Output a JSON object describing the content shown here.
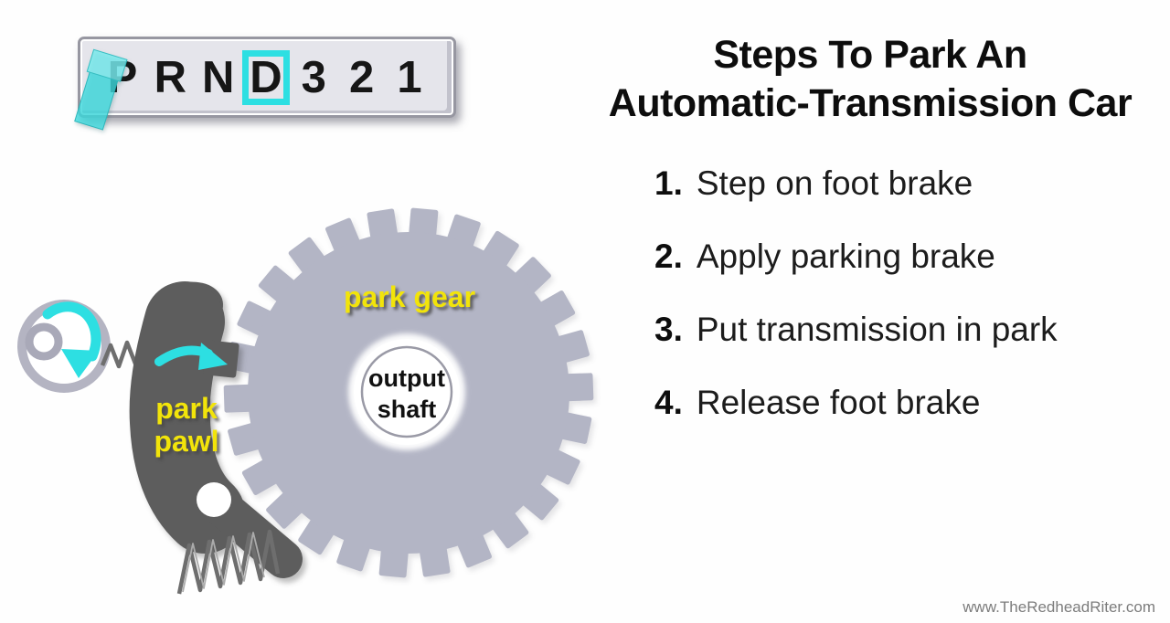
{
  "gear_selector": {
    "positions": [
      "P",
      "R",
      "N",
      "D",
      "3",
      "2",
      "1"
    ],
    "selected": "D"
  },
  "title": {
    "line1": "Steps To Park An",
    "line2": "Automatic-Transmission Car"
  },
  "steps": [
    {
      "number": "1.",
      "text": "Step on foot brake"
    },
    {
      "number": "2.",
      "text": "Apply parking brake"
    },
    {
      "number": "3.",
      "text": "Put transmission in park"
    },
    {
      "number": "4.",
      "text": "Release foot brake"
    }
  ],
  "diagram": {
    "park_gear_label": "park gear",
    "park_pawl_line1": "park",
    "park_pawl_line2": "pawl",
    "output_shaft_line1": "output",
    "output_shaft_line2": "shaft",
    "gear_teeth_count": 26
  },
  "watermark": "www.TheRedheadRiter.com",
  "colors": {
    "accent_cyan": "#2ddfe2",
    "label_yellow": "#f2e40a",
    "gear_gray": "#b3b5c5",
    "pawl_gray": "#5d5d5d",
    "spring_gray": "#6e6e6e",
    "panel_bg": "#e5e5eb",
    "ink": "#121212",
    "watermark_gray": "#7c7c7c"
  }
}
